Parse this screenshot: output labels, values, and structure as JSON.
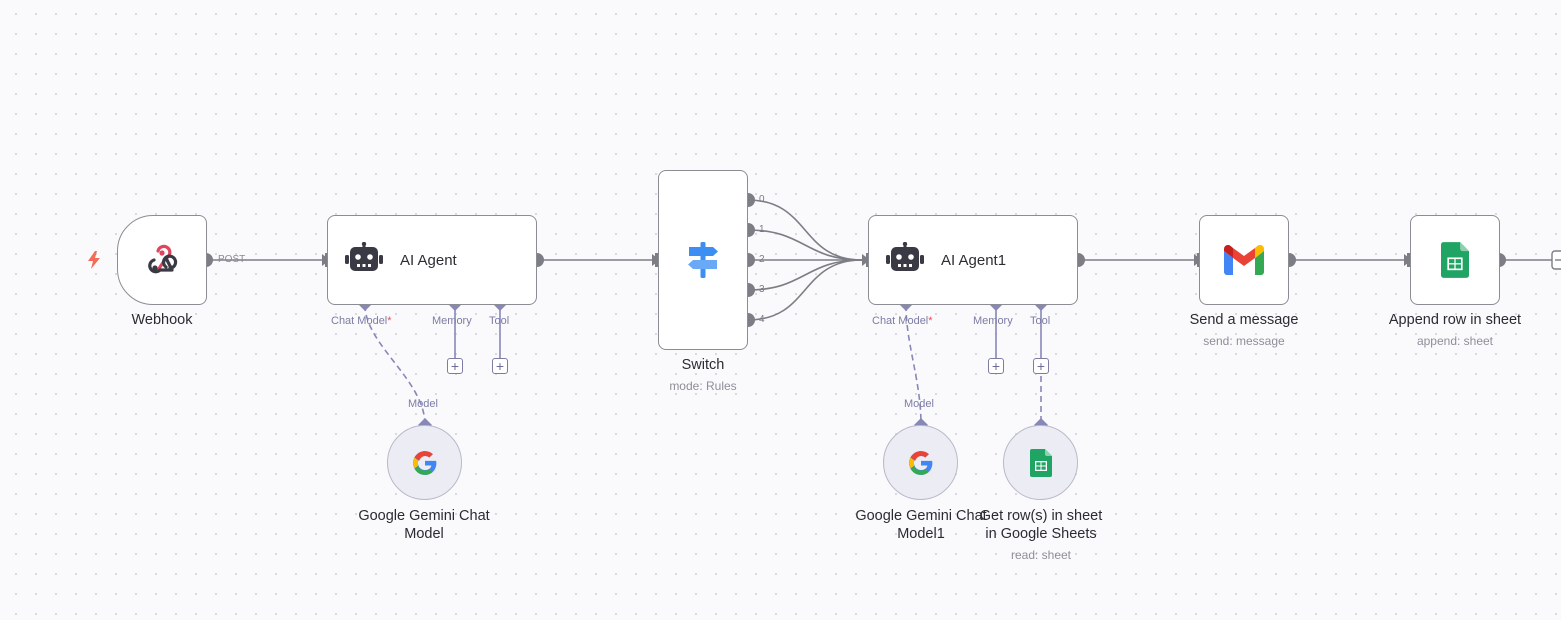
{
  "workflow": {
    "webhook": {
      "name": "Webhook",
      "edge_label": "POST"
    },
    "agent": {
      "name": "AI Agent",
      "ports": {
        "chat_model": "Chat Model",
        "required_mark": "*",
        "memory": "Memory",
        "tool": "Tool"
      }
    },
    "gemini": {
      "name_line1": "Google Gemini Chat",
      "name_line2": "Model",
      "port": "Model"
    },
    "switch": {
      "name": "Switch",
      "subtitle": "mode: Rules",
      "outputs": [
        "0",
        "1",
        "2",
        "3",
        "4"
      ]
    },
    "agent1": {
      "name": "AI Agent1",
      "ports": {
        "chat_model": "Chat Model",
        "required_mark": "*",
        "memory": "Memory",
        "tool": "Tool"
      }
    },
    "gemini1": {
      "name_line1": "Google Gemini Chat",
      "name_line2": "Model1",
      "port": "Model"
    },
    "sheets_tool": {
      "name_line1": "Get row(s) in sheet",
      "name_line2": "in Google Sheets",
      "subtitle": "read: sheet"
    },
    "gmail": {
      "name": "Send a message",
      "subtitle": "send: message"
    },
    "append": {
      "name": "Append row in sheet",
      "subtitle": "append: sheet"
    }
  },
  "plus_symbol": "+",
  "colors": {
    "edge": "#7d7d86",
    "sub_port": "#8787b8",
    "webhook_accent": "#e0455d",
    "switch_blue": "#3c8ef2",
    "sheets_green": "#1fa463",
    "trigger_bolt": "#f26c57"
  },
  "icons": {
    "webhook": "webhook-icon",
    "agent": "robot-icon",
    "switch": "signpost-icon",
    "gemini": "google-g-icon",
    "sheets": "google-sheets-icon",
    "gmail": "gmail-icon",
    "trigger": "lightning-icon"
  }
}
